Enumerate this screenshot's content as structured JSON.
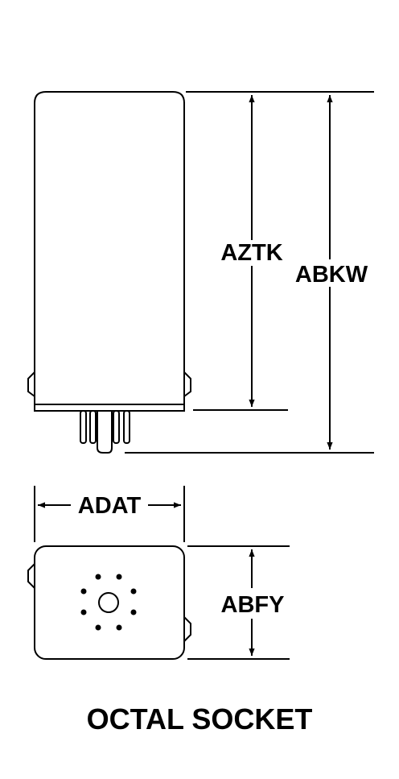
{
  "dimensions": {
    "body_height": "AZTK",
    "overall_height": "ABKW",
    "width": "ADAT",
    "depth": "ABFY"
  },
  "caption": "OCTAL SOCKET",
  "colors": {
    "line": "#000000",
    "background": "#ffffff"
  }
}
